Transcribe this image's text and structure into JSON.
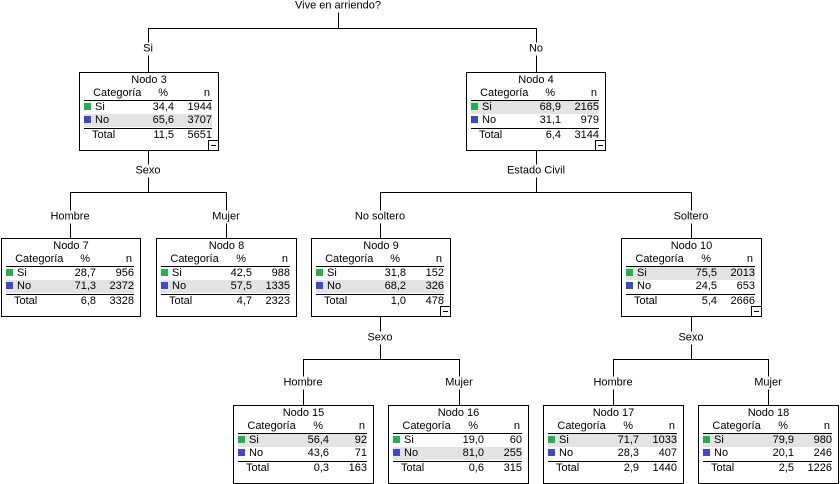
{
  "root_question": "Vive en arriendo?",
  "colors": {
    "si": "#22b14c",
    "no": "#3f48cc"
  },
  "header": {
    "cat": "Categoría",
    "pct": "%",
    "n": "n"
  },
  "labels": {
    "si": "Si",
    "no": "No",
    "total": "Total",
    "sexo": "Sexo",
    "estado_civil": "Estado Civil",
    "hombre": "Hombre",
    "mujer": "Mujer",
    "no_soltero": "No soltero",
    "soltero": "Soltero"
  },
  "nodes": {
    "n3": {
      "title": "Nodo 3",
      "si_pct": "34,4",
      "si_n": "1944",
      "no_pct": "65,6",
      "no_n": "3707",
      "tot_pct": "11,5",
      "tot_n": "5651"
    },
    "n4": {
      "title": "Nodo 4",
      "si_pct": "68,9",
      "si_n": "2165",
      "no_pct": "31,1",
      "no_n": "979",
      "tot_pct": "6,4",
      "tot_n": "3144"
    },
    "n7": {
      "title": "Nodo 7",
      "si_pct": "28,7",
      "si_n": "956",
      "no_pct": "71,3",
      "no_n": "2372",
      "tot_pct": "6,8",
      "tot_n": "3328"
    },
    "n8": {
      "title": "Nodo 8",
      "si_pct": "42,5",
      "si_n": "988",
      "no_pct": "57,5",
      "no_n": "1335",
      "tot_pct": "4,7",
      "tot_n": "2323"
    },
    "n9": {
      "title": "Nodo 9",
      "si_pct": "31,8",
      "si_n": "152",
      "no_pct": "68,2",
      "no_n": "326",
      "tot_pct": "1,0",
      "tot_n": "478"
    },
    "n10": {
      "title": "Nodo 10",
      "si_pct": "75,5",
      "si_n": "2013",
      "no_pct": "24,5",
      "no_n": "653",
      "tot_pct": "5,4",
      "tot_n": "2666"
    },
    "n15": {
      "title": "Nodo 15",
      "si_pct": "56,4",
      "si_n": "92",
      "no_pct": "43,6",
      "no_n": "71",
      "tot_pct": "0,3",
      "tot_n": "163"
    },
    "n16": {
      "title": "Nodo 16",
      "si_pct": "19,0",
      "si_n": "60",
      "no_pct": "81,0",
      "no_n": "255",
      "tot_pct": "0,6",
      "tot_n": "315"
    },
    "n17": {
      "title": "Nodo 17",
      "si_pct": "71,7",
      "si_n": "1033",
      "no_pct": "28,3",
      "no_n": "407",
      "tot_pct": "2,9",
      "tot_n": "1440"
    },
    "n18": {
      "title": "Nodo 18",
      "si_pct": "79,9",
      "si_n": "980",
      "no_pct": "20,1",
      "no_n": "246",
      "tot_pct": "2,5",
      "tot_n": "1226"
    }
  }
}
